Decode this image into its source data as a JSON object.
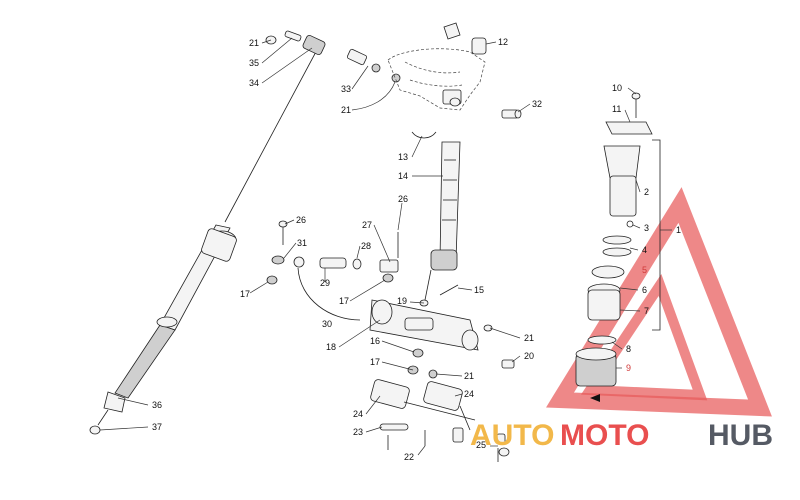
{
  "labels": {
    "l1": "1",
    "l2": "2",
    "l3": "3",
    "l4": "4",
    "l5": "5",
    "l6": "6",
    "l7": "7",
    "l8": "8",
    "l9": "9",
    "l10": "10",
    "l11": "11",
    "l12": "12",
    "l13": "13",
    "l14": "14",
    "l15": "15",
    "l16": "16",
    "l17a": "17",
    "l17b": "17",
    "l17c": "17",
    "l18": "18",
    "l19": "19",
    "l20": "20",
    "l21a": "21",
    "l21b": "21",
    "l21c": "21",
    "l21d": "21",
    "l22": "22",
    "l23": "23",
    "l24a": "24",
    "l24b": "24",
    "l25": "25",
    "l26a": "26",
    "l26b": "26",
    "l27": "27",
    "l28": "28",
    "l29": "29",
    "l30": "30",
    "l31": "31",
    "l32": "32",
    "l33": "33",
    "l34": "34",
    "l35": "35",
    "l36": "36",
    "l37": "37"
  },
  "watermark": {
    "part_a": "AUTO",
    "part_b": "MOTO",
    "part_c": "HUB",
    "colors": {
      "auto": "#f2b84a",
      "moto": "#e94f4f",
      "hub": "#555a64",
      "triangle": "#e85a5a"
    }
  }
}
